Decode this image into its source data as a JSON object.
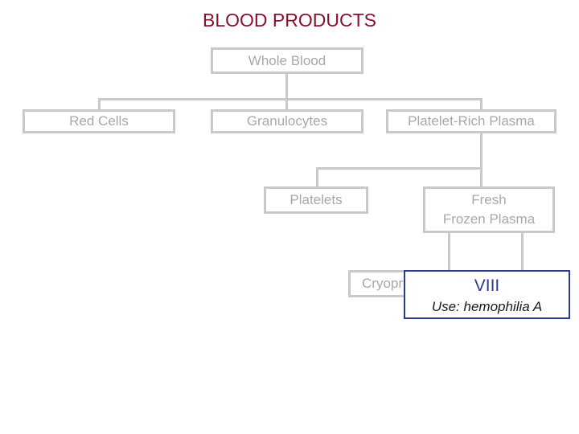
{
  "title": "BLOOD PRODUCTS",
  "nodes": {
    "whole_blood": "Whole Blood",
    "red_cells": "Red Cells",
    "granulocytes": "Granulocytes",
    "platelet_rich_plasma": "Platelet-Rich Plasma",
    "platelets": "Platelets",
    "ffp_line1": "Fresh",
    "ffp_line2": "Frozen Plasma",
    "cryo_partial": "Cryopr"
  },
  "highlight": {
    "factor": "VIII",
    "use": "Use: hemophilia A"
  },
  "colors": {
    "title": "#8b1030",
    "box_border": "#c9c9c9",
    "box_text": "#a8a8a8",
    "highlight_border": "#2b3990",
    "highlight_text": "#2b3990"
  }
}
